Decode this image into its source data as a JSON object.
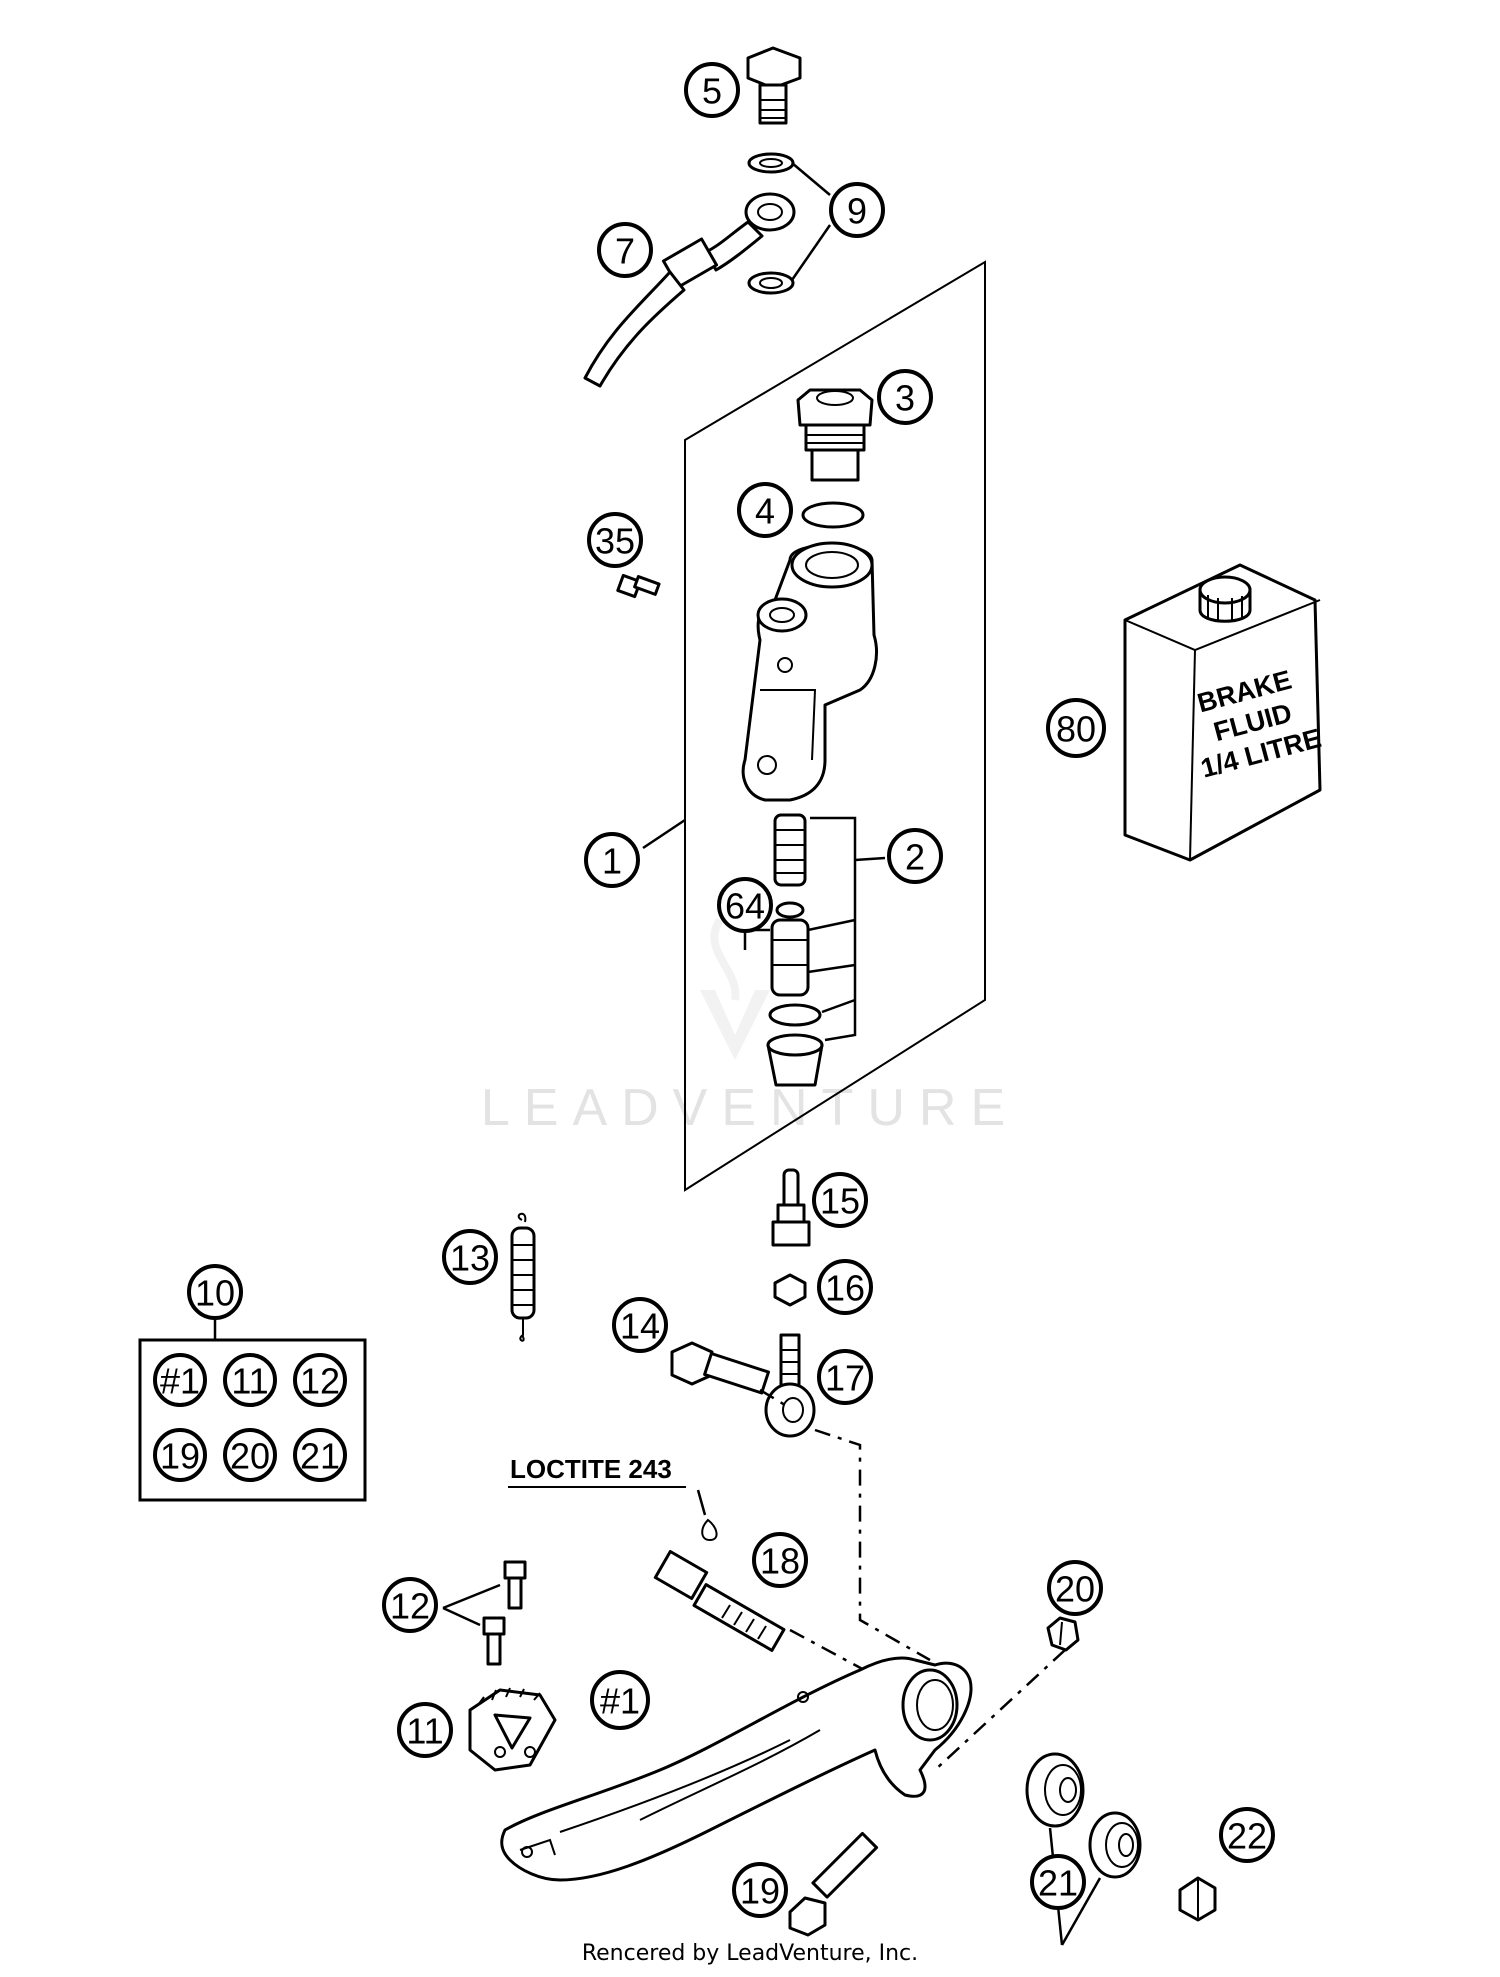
{
  "callouts": [
    {
      "id": "c5",
      "text": "5"
    },
    {
      "id": "c9",
      "text": "9"
    },
    {
      "id": "c7",
      "text": "7"
    },
    {
      "id": "c3",
      "text": "3"
    },
    {
      "id": "c4",
      "text": "4"
    },
    {
      "id": "c35",
      "text": "35"
    },
    {
      "id": "c80",
      "text": "80"
    },
    {
      "id": "c1",
      "text": "1"
    },
    {
      "id": "c2",
      "text": "2"
    },
    {
      "id": "c64",
      "text": "64"
    },
    {
      "id": "c15",
      "text": "15"
    },
    {
      "id": "c13",
      "text": "13"
    },
    {
      "id": "c16",
      "text": "16"
    },
    {
      "id": "c14",
      "text": "14"
    },
    {
      "id": "c17",
      "text": "17"
    },
    {
      "id": "c10",
      "text": "10"
    },
    {
      "id": "c18",
      "text": "18"
    },
    {
      "id": "c12",
      "text": "12"
    },
    {
      "id": "c20",
      "text": "20"
    },
    {
      "id": "c11",
      "text": "11"
    },
    {
      "id": "c1b",
      "text": "#1"
    },
    {
      "id": "c22",
      "text": "22"
    },
    {
      "id": "c21",
      "text": "21"
    },
    {
      "id": "c19",
      "text": "19"
    }
  ],
  "kit_box": [
    "#1",
    "11",
    "12",
    "19",
    "20",
    "21"
  ],
  "loctite_label": "LOCTITE 243",
  "brake_fluid_label": [
    "BRAKE",
    "FLUID",
    "1/4 LITRE"
  ],
  "watermark": "LEADVENTURE",
  "footer": "Rencered by LeadVenture, Inc."
}
